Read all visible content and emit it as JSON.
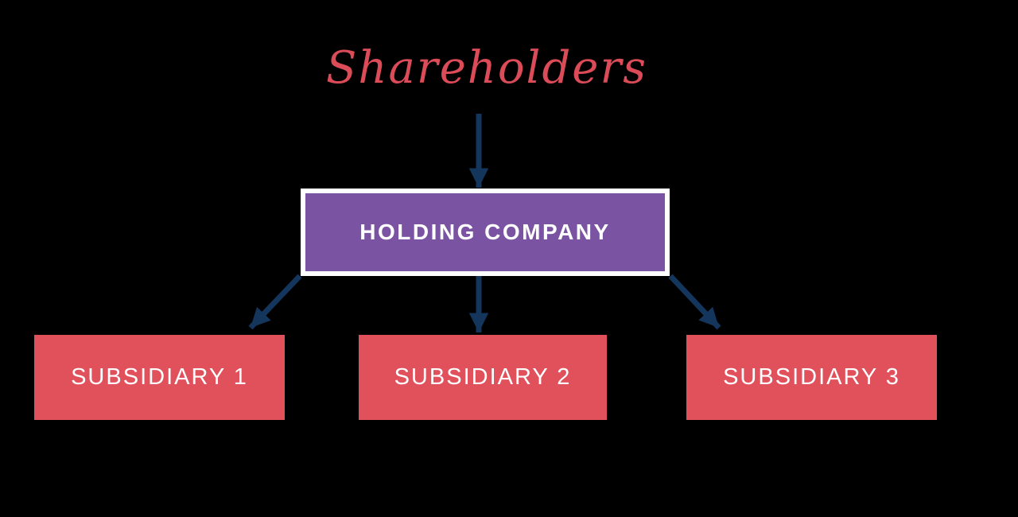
{
  "diagram": {
    "title": "Shareholders",
    "holding": {
      "label": "HOLDING COMPANY"
    },
    "subsidiaries": [
      {
        "label": "SUBSIDIARY 1"
      },
      {
        "label": "SUBSIDIARY 2"
      },
      {
        "label": "SUBSIDIARY 3"
      }
    ],
    "arrows": [
      {
        "from": "Shareholders",
        "to": "HOLDING COMPANY"
      },
      {
        "from": "HOLDING COMPANY",
        "to": "SUBSIDIARY 1"
      },
      {
        "from": "HOLDING COMPANY",
        "to": "SUBSIDIARY 2"
      },
      {
        "from": "HOLDING COMPANY",
        "to": "SUBSIDIARY 3"
      }
    ]
  },
  "colors": {
    "title_red": "#DC4B58",
    "box_red": "#E0515C",
    "holding_purple": "#7B53A3",
    "arrow_navy": "#14355C",
    "background_black": "#000000",
    "border_white": "#FFFFFF",
    "label_white": "#FFFFFF"
  }
}
